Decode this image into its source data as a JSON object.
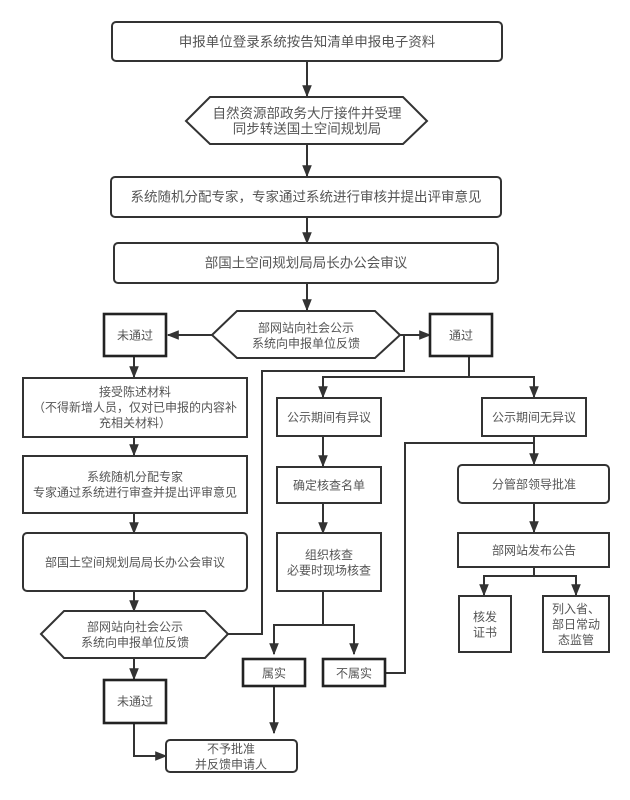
{
  "title": "国土空间规划审查流程图",
  "nodes": {
    "submit": {
      "lines": [
        "申报单位登录系统按告知清单申报电子资料"
      ]
    },
    "accept": {
      "lines": [
        "自然资源部政务大厅接件并受理",
        "同步转送国土空间规划局"
      ]
    },
    "expert_review": {
      "lines": [
        "系统随机分配专家，专家通过系统进行审核并提出评审意见"
      ]
    },
    "meeting": {
      "lines": [
        "部国土空间规划局局长办公会审议"
      ]
    },
    "publicize": {
      "lines": [
        "部网站向社会公示",
        "系统向申报单位反馈"
      ]
    },
    "not_passed": {
      "lines": [
        "未通过"
      ]
    },
    "passed": {
      "lines": [
        "通过"
      ]
    },
    "statement": {
      "lines": [
        "接受陈述材料",
        "（不得新增人员，仅对已申报的内容补",
        "充相关材料）"
      ]
    },
    "re_review": {
      "lines": [
        "系统随机分配专家",
        "专家通过系统进行审查并提出评审意见"
      ]
    },
    "re_meeting": {
      "lines": [
        "部国土空间规划局局长办公会审议"
      ]
    },
    "re_publicize": {
      "lines": [
        "部网站向社会公示",
        "系统向申报单位反馈"
      ]
    },
    "not_passed_2": {
      "lines": [
        "未通过"
      ]
    },
    "objection": {
      "lines": [
        "公示期间有异议"
      ]
    },
    "no_objection": {
      "lines": [
        "公示期间无异议"
      ]
    },
    "confirm_list": {
      "lines": [
        "确定核查名单"
      ]
    },
    "verify": {
      "lines": [
        "组织核查",
        "必要时现场核查"
      ]
    },
    "true_case": {
      "lines": [
        "属实"
      ]
    },
    "false_case": {
      "lines": [
        "不属实"
      ]
    },
    "leader_approve": {
      "lines": [
        "分管部领导批准"
      ]
    },
    "announce": {
      "lines": [
        "部网站发布公告"
      ]
    },
    "certificate": {
      "lines": [
        "核发",
        "证书"
      ]
    },
    "supervision": {
      "lines": [
        "列入省、",
        "部日常动",
        "态监管"
      ]
    },
    "reject": {
      "lines": [
        "不予批准",
        "并反馈申请人"
      ]
    }
  }
}
